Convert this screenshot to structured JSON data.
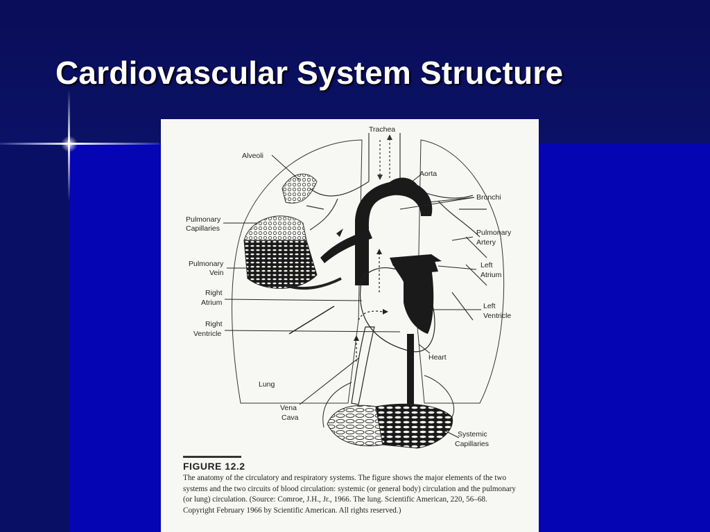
{
  "slide": {
    "title": "Cardiovascular System Structure",
    "colors": {
      "background_top": "#0a0d58",
      "background_bottom": "#0505b3",
      "title": "#ffffff"
    }
  },
  "figure": {
    "labels": {
      "trachea": "Trachea",
      "alveoli": "Alveoli",
      "aorta": "Aorta",
      "bronchi": "Bronchi",
      "pulmonary_capillaries_1": "Pulmonary",
      "pulmonary_capillaries_2": "Capillaries",
      "pulmonary_artery_1": "Pulmonary",
      "pulmonary_artery_2": "Artery",
      "pulmonary_vein_1": "Pulmonary",
      "pulmonary_vein_2": "Vein",
      "left_atrium_1": "Left",
      "left_atrium_2": "Atrium",
      "right_atrium_1": "Right",
      "right_atrium_2": "Atrium",
      "left_ventricle_1": "Left",
      "left_ventricle_2": "Ventricle",
      "right_ventricle_1": "Right",
      "right_ventricle_2": "Ventricle",
      "heart": "Heart",
      "lung": "Lung",
      "vena_cava_1": "Vena",
      "vena_cava_2": "Cava",
      "systemic_capillaries_1": "Systemic",
      "systemic_capillaries_2": "Capillaries"
    },
    "caption": {
      "heading": "FIGURE 12.2",
      "body": "The anatomy of the circulatory and respiratory systems. The figure shows the major elements of the two systems and the two circuits of blood circulation: systemic (or general body) circulation and the pulmonary (or lung) circulation. (Source: Comroe, J.H., Jr., 1966. The lung. Scientific American, 220, 56–68. Copyright February 1966 by Scientific American. All rights reserved.)"
    }
  }
}
